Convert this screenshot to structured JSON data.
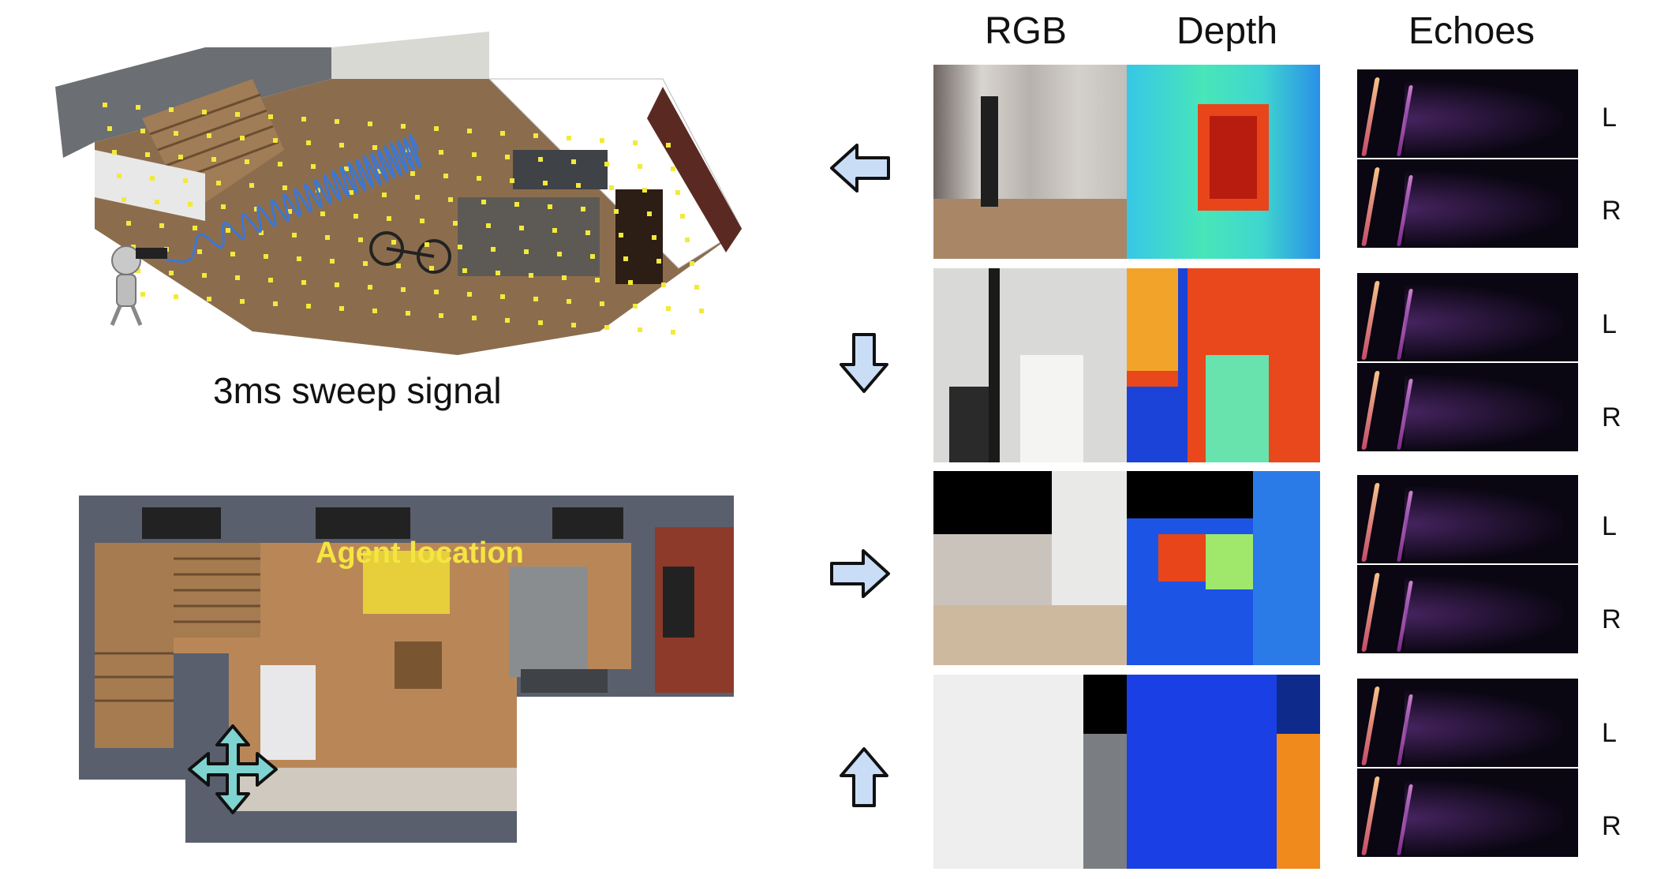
{
  "headers": {
    "rgb": "RGB",
    "depth": "Depth",
    "echoes": "Echoes"
  },
  "captions": {
    "sweep": "3ms sweep signal",
    "agent": "Agent location"
  },
  "channels": {
    "left": "L",
    "right": "R"
  },
  "rows": [
    {
      "direction": "left"
    },
    {
      "direction": "down"
    },
    {
      "direction": "right"
    },
    {
      "direction": "up"
    }
  ],
  "colors": {
    "arrow_fill": "#c9ddf7",
    "arrow_stroke": "#111111",
    "dot": "#f2ea3a",
    "wave": "#3b77d6",
    "agent_arrow": "#7fd3d0",
    "label_yellow": "#f4e542"
  }
}
